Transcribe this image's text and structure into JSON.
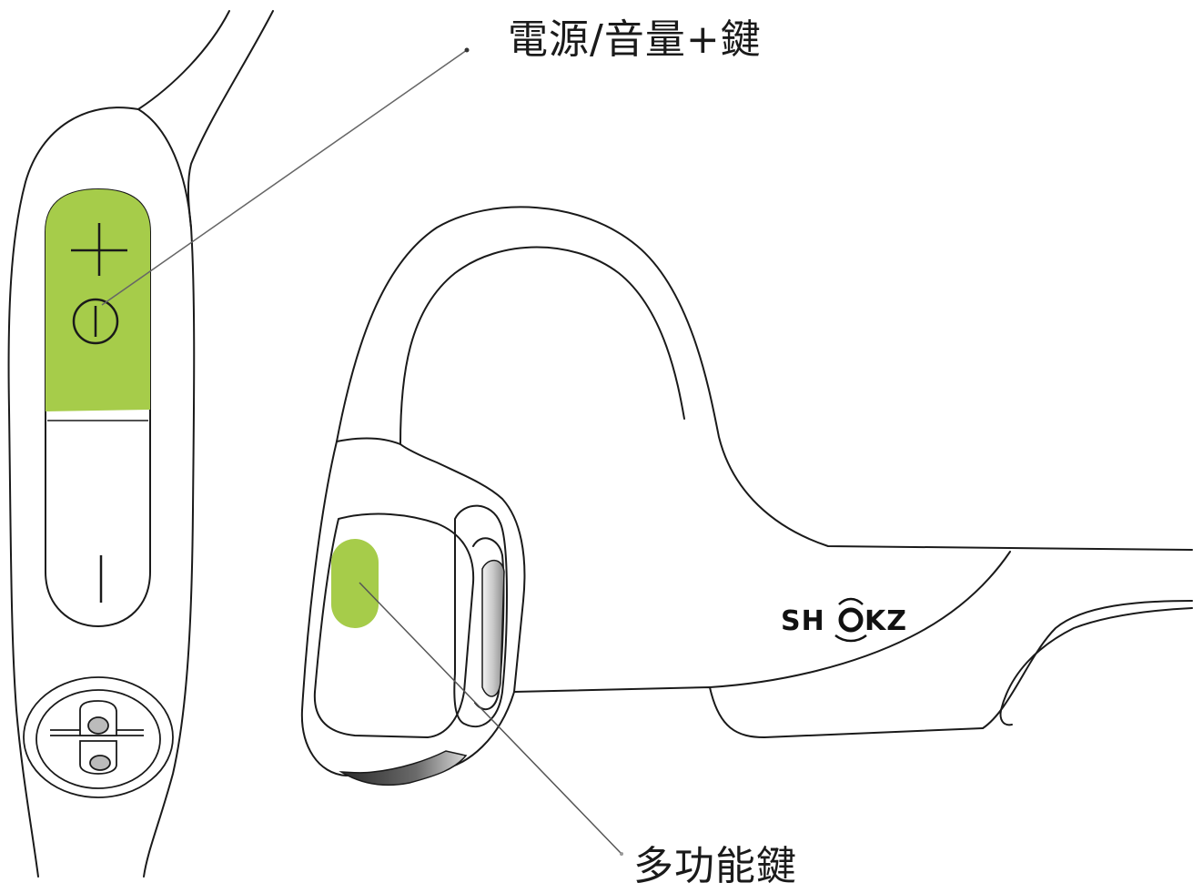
{
  "labels": {
    "power_volume_up": "電源/音量+鍵",
    "multifunction": "多功能鍵"
  },
  "brand": {
    "part1": "SH",
    "part2": "KZ"
  },
  "icons": {
    "plus": "plus-icon",
    "power": "power-icon",
    "minus": "minus-icon",
    "charging_port": "magnetic-charging-port-icon"
  },
  "colors": {
    "button_highlight": "#a6cc4a",
    "outline": "#1a1a1a",
    "leader_line": "#555555",
    "background": "#ffffff"
  }
}
